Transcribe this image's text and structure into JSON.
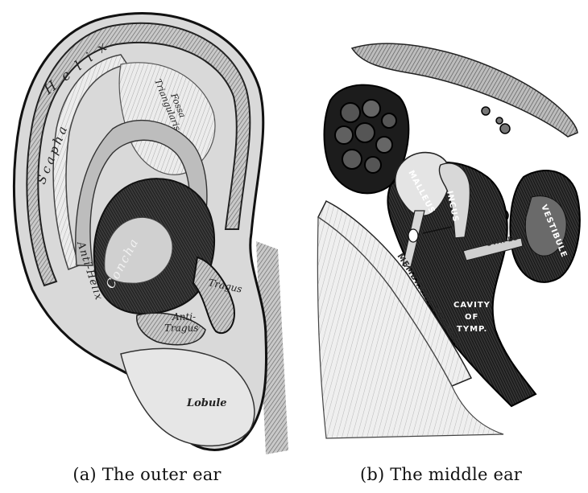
{
  "panels": [
    {
      "caption": "(a) The outer ear",
      "labels": {
        "helix": "Helix",
        "scapha": "Scapha",
        "fossa": "Fossa",
        "triangularis": "Triangularis",
        "concha": "Concha",
        "anti_helix": "Anti-Helix",
        "tragus": "Tragus",
        "anti_tragus_line1": "Anti-",
        "anti_tragus_line2": "Tragus",
        "lobule": "Lobule"
      }
    },
    {
      "caption": "(b) The middle ear",
      "labels": {
        "malleus": "MALLEUS",
        "incus": "INCUS",
        "stapes": "STAPES",
        "vestibule": "VESTIBULE",
        "membrana_tympani": "MEMBRANA TYMPANI",
        "cavity_line1": "CAVITY",
        "cavity_line2": "OF",
        "cavity_line3": "TYMP."
      }
    }
  ]
}
